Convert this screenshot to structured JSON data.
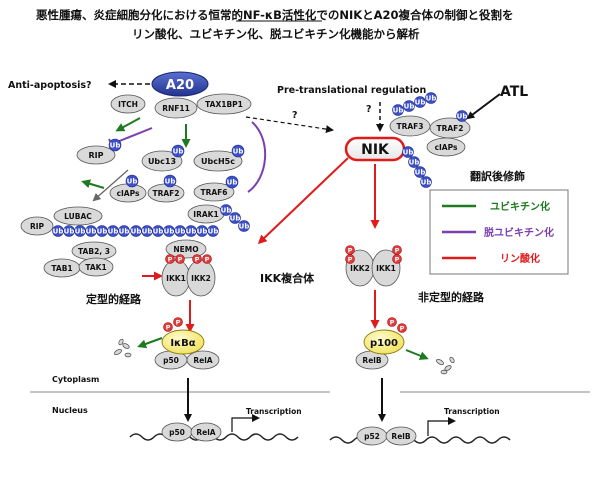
{
  "title": {
    "line1": "悪性腫瘍、炎症細胞分化における恒常的NF-κB活性化でのNIKとA20複合体の制御と役割を",
    "line2": "リン酸化、ユビキチン化、脱ユビキチン化機能から解析"
  },
  "labels": {
    "anti_apoptosis": "Anti-apoptosis?",
    "a20": "A20",
    "itch": "ITCH",
    "rnf11": "RNF11",
    "tax1bp1": "TAX1BP1",
    "pre_translational": "Pre-translational regulation",
    "question1": "?",
    "question2": "?",
    "atl": "ATL",
    "nik": "NIK",
    "traf3": "TRAF3",
    "traf2_right": "TRAF2",
    "ciaps_right": "cIAPs",
    "rip_top": "RIP",
    "ubc13": "Ubc13",
    "ubchsc": "UbcH5c",
    "ciaps_left": "cIAPs",
    "traf2_left": "TRAF2",
    "traf6": "TRAF6",
    "irak1": "IRAK1",
    "rip_mid": "RIP",
    "lubac": "LUBAC",
    "tab23": "TAB2, 3",
    "tab1": "TAB1",
    "tak1": "TAK1",
    "nemo": "NEMO",
    "ikk1_left": "IKK1",
    "ikk2_left": "IKK2",
    "ikk_complex": "IKK複合体",
    "ikk2_right": "IKK2",
    "ikk1_right": "IKK1",
    "canonical": "定型的経路",
    "noncanonical": "非定型的経路",
    "ikba": "IκBα",
    "p50_top": "p50",
    "rela_top": "RelA",
    "p100": "p100",
    "relb_top": "RelB",
    "cytoplasm": "Cytoplasm",
    "nucleus": "Nucleus",
    "transcription_left": "Transcription",
    "transcription_right": "Transcription",
    "p50_dna": "p50",
    "rela_dna": "RelA",
    "p52_dna": "p52",
    "relb_dna": "RelB",
    "ub": "Ub",
    "p": "P"
  },
  "legend": {
    "title": "翻訳後修飾",
    "items": [
      {
        "label": "ユビキチン化",
        "color": "#1e7a1e"
      },
      {
        "label": "脱ユビキチン化",
        "color": "#7b3fb0"
      },
      {
        "label": "リン酸化",
        "color": "#e01b1b"
      }
    ]
  },
  "colors": {
    "ubiquitination": "#1e7a1e",
    "deubiquitination": "#7b3fb0",
    "phosphorylation": "#e01b1b",
    "ub_fill": "#3b4fc8",
    "p_fill": "#e23a3a",
    "a20_fill": "#2b3f9e"
  }
}
